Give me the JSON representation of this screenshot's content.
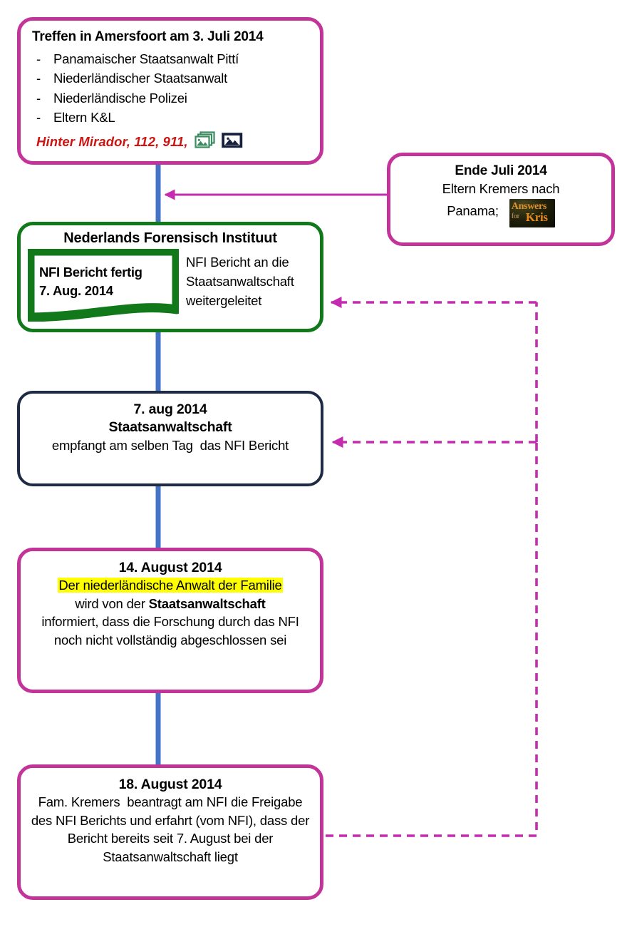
{
  "colors": {
    "magenta": "#C3349B",
    "navy": "#1F2A44",
    "green": "#12791A",
    "blue_connector": "#4472C4",
    "arrow_magenta": "#C42BAE",
    "red_text": "#CE1513",
    "highlight_yellow": "#FFFF00"
  },
  "meeting": {
    "title": "Treffen in Amersfoort am 3. Juli 2014",
    "dash": "-",
    "items": [
      "Panamaischer Staatsanwalt Pittí",
      "Niederländischer Staatsanwalt",
      "Niederländische Polizei",
      "Eltern K&L"
    ],
    "note": "Hinter Mirador, 112, 911,",
    "icon_photos": "photos-stack-icon",
    "icon_photo": "photo-icon"
  },
  "ende_juli": {
    "title": "Ende Juli 2014",
    "body_line1": "Eltern Kremers nach",
    "body_line2": "Panama;",
    "logo": {
      "name": "answers-for-kris-logo",
      "line1": "Answers",
      "line2": "for",
      "line3": "Kris"
    }
  },
  "nfi": {
    "title": "Nederlands Forensisch Instituut",
    "banner_line1": "NFI Bericht fertig",
    "banner_line2": "7. Aug. 2014",
    "right_text": "NFI Bericht an die Staatsanwaltschaft weitergeleitet"
  },
  "aug7": {
    "title_line1": "7. aug 2014",
    "title_line2": "Staatsanwaltschaft",
    "body": "empfangt am selben Tag  das NFI Bericht"
  },
  "aug14": {
    "title": "14. August 2014",
    "highlight": "Der niederländische Anwalt der Familie",
    "line2_pre": "wird von der ",
    "line2_bold": "Staatsanwaltschaft",
    "line3": "informiert, dass die Forschung durch das NFI noch nicht vollständig abgeschlossen sei"
  },
  "aug18": {
    "title": "18. August 2014",
    "body": "Fam. Kremers  beantragt am NFI die Freigabe des NFI Berichts und erfahrt (vom NFI), dass der Bericht bereits seit 7. August bei der Staatsanwaltschaft liegt"
  },
  "connectors": {
    "trunk_name": "timeline-trunk-blue",
    "arrow_ende_juli": "arrow-ende-juli-to-timeline",
    "dashed_aug18_to_nfi": "dashed-arrow-aug18-to-nfi",
    "dashed_aug18_to_aug7": "dashed-arrow-aug18-to-aug7"
  }
}
